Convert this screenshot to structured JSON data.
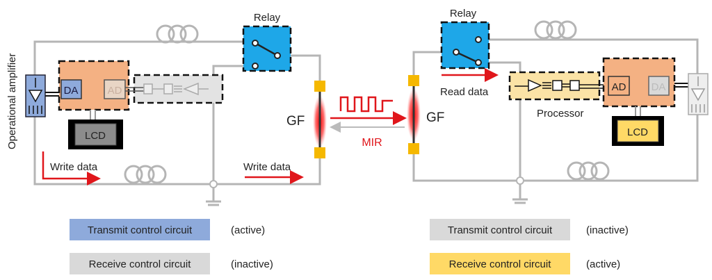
{
  "left_circuit": {
    "side_label": "Operational amplifier",
    "relay_label": "Relay",
    "da_label": "DA",
    "ad_label": "AD",
    "lcd_label": "LCD",
    "write_data_1": "Write data",
    "write_data_2": "Write data",
    "gf_label": "GF"
  },
  "link": {
    "mir_label": "MIR"
  },
  "right_circuit": {
    "relay_label": "Relay",
    "read_data": "Read data",
    "processor_label": "Processor",
    "ad_label": "AD",
    "da_label": "DA",
    "lcd_label": "LCD",
    "gf_label": "GF"
  },
  "legend": {
    "left": [
      {
        "label": "Transmit control circuit",
        "state": "(active)",
        "color": "#8eaadb"
      },
      {
        "label": "Receive control circuit",
        "state": "(inactive)",
        "color": "#d9d9d9"
      }
    ],
    "right": [
      {
        "label": "Transmit control circuit",
        "state": "(inactive)",
        "color": "#d9d9d9"
      },
      {
        "label": "Receive control circuit",
        "state": "(active)",
        "color": "#ffd966"
      }
    ]
  },
  "colors": {
    "relay": "#1ea7e8",
    "controller": "#f4b183",
    "signal": "#e0161b",
    "fiber_clamp": "#f5b800"
  }
}
